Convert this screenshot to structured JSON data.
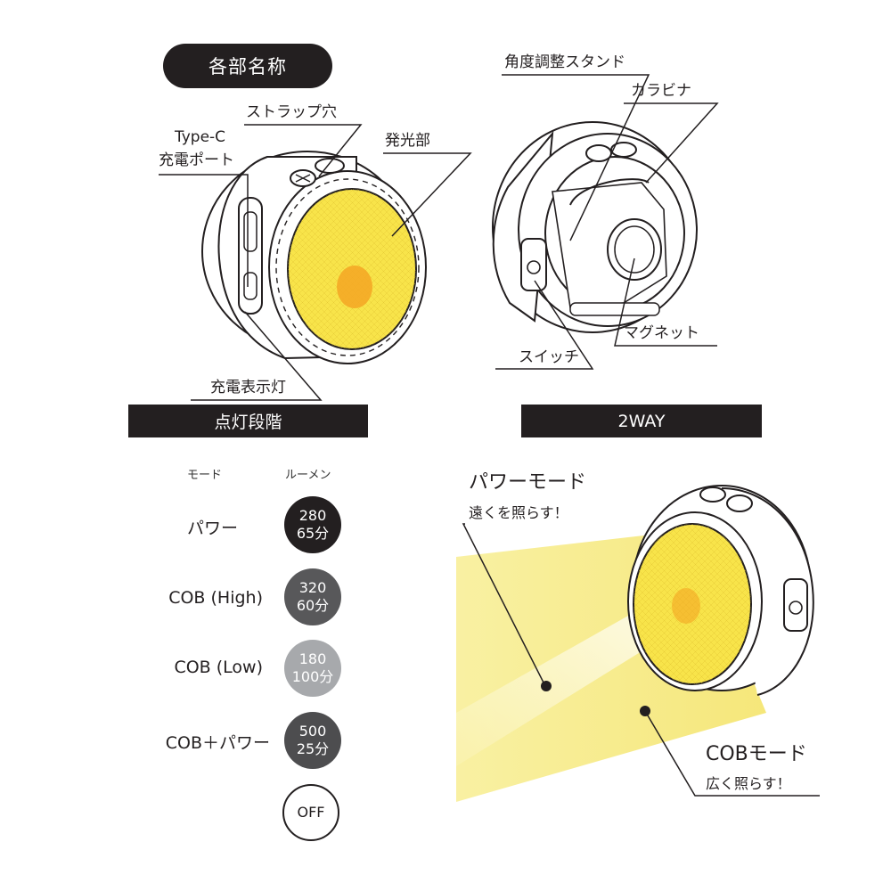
{
  "header": {
    "title": "各部名称"
  },
  "parts": {
    "typec_line1": "Type-C",
    "typec_line2": "充電ポート",
    "strap_hole": "ストラップ穴",
    "light_part": "発光部",
    "charge_indicator": "充電表示灯",
    "angle_stand": "角度調整スタンド",
    "carabiner": "カラビナ",
    "magnet": "マグネット",
    "switch": "スイッチ"
  },
  "sections": {
    "lighting_levels": "点灯段階",
    "two_way": "2WAY"
  },
  "table": {
    "header_mode": "モード",
    "header_lumen": "ルーメン",
    "rows": [
      {
        "mode": "パワー",
        "lumen": "280",
        "time": "65分",
        "color": "#231f20"
      },
      {
        "mode": "COB (High)",
        "lumen": "320",
        "time": "60分",
        "color": "#58585a"
      },
      {
        "mode": "COB (Low)",
        "lumen": "180",
        "time": "100分",
        "color": "#a7a9ac"
      },
      {
        "mode": "COB＋パワー",
        "lumen": "500",
        "time": "25分",
        "color": "#4d4d4f"
      }
    ],
    "off_label": "OFF"
  },
  "twoway": {
    "power_title": "パワーモード",
    "power_sub": "遠くを照らす！",
    "cob_title": "COBモード",
    "cob_sub": "広く照らす！"
  },
  "colors": {
    "dark": "#231f20",
    "yellow": "#f8e44a",
    "orange": "#f5a623",
    "beam": "#f7ec86"
  }
}
